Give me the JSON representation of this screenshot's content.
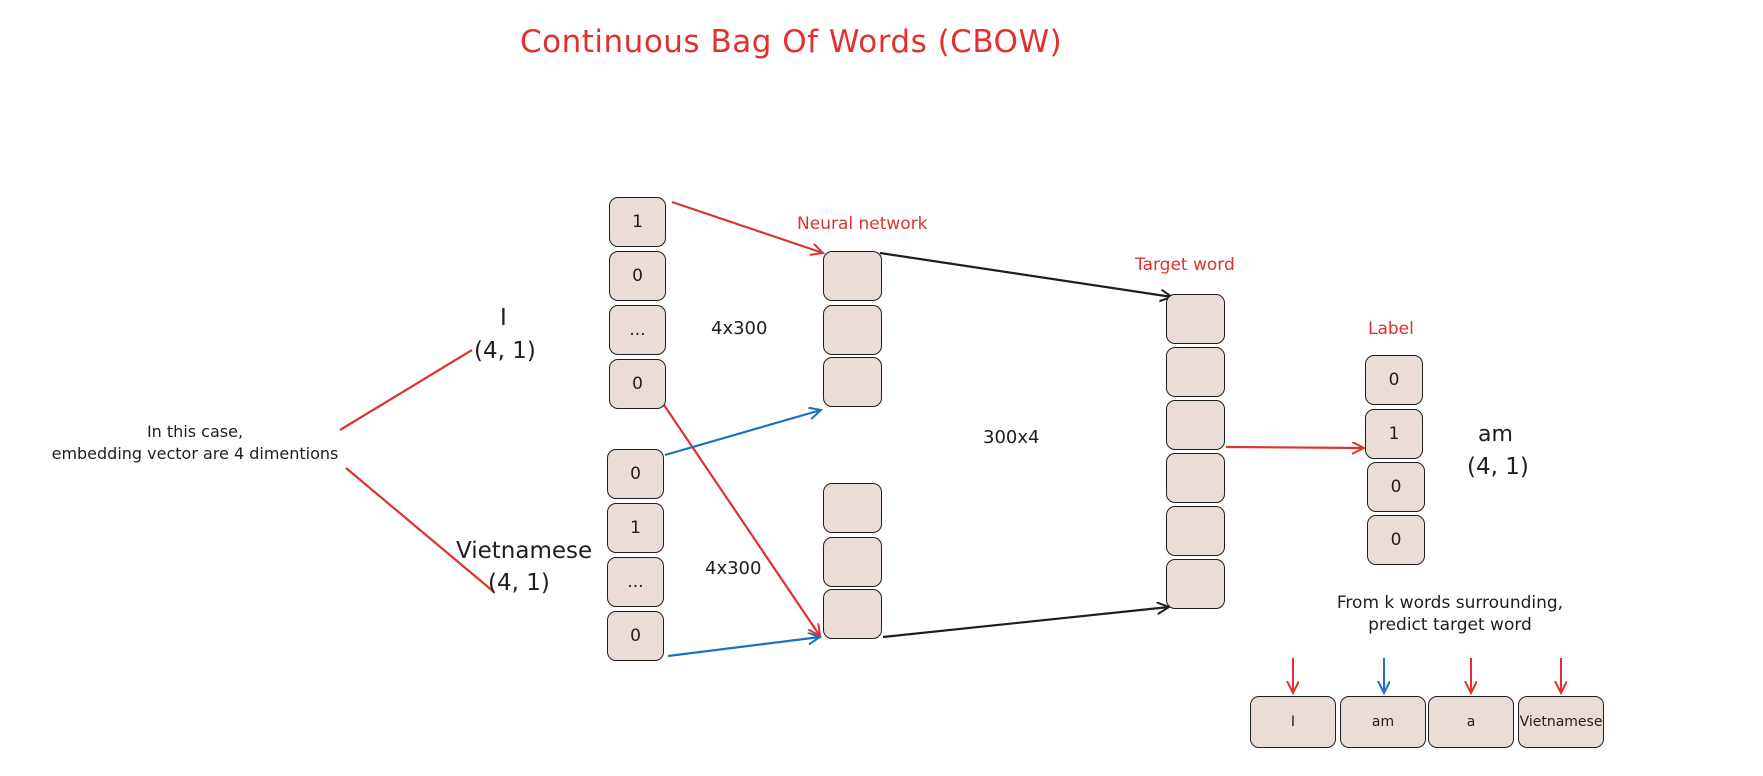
{
  "title": "Continuous Bag Of Words (CBOW)",
  "note": {
    "line1": "In this case,",
    "line2": "embedding vector are 4 dimentions"
  },
  "words": {
    "word1": "I",
    "word1_shape": "(4, 1)",
    "word2": "Vietnamese",
    "word2_shape": "(4, 1)"
  },
  "vector1": [
    "1",
    "0",
    "...",
    "0"
  ],
  "vector2": [
    "0",
    "1",
    "...",
    "0"
  ],
  "weights": {
    "w1": "4x300",
    "w2": "4x300",
    "w3": "300x4"
  },
  "labels": {
    "neural_network": "Neural network",
    "target_word": "Target word",
    "label": "Label"
  },
  "label_vector": [
    "0",
    "1",
    "0",
    "0"
  ],
  "output": {
    "word": "am",
    "shape": "(4, 1)"
  },
  "caption": {
    "line1": "From k words surrounding,",
    "line2": "predict target word"
  },
  "sentence": [
    "I",
    "am",
    "a",
    "Vietnamese"
  ],
  "colors": {
    "red": "#e03131",
    "blue": "#1971c2",
    "black": "#1e1e1e",
    "cell_fill": "#eaddd7"
  }
}
